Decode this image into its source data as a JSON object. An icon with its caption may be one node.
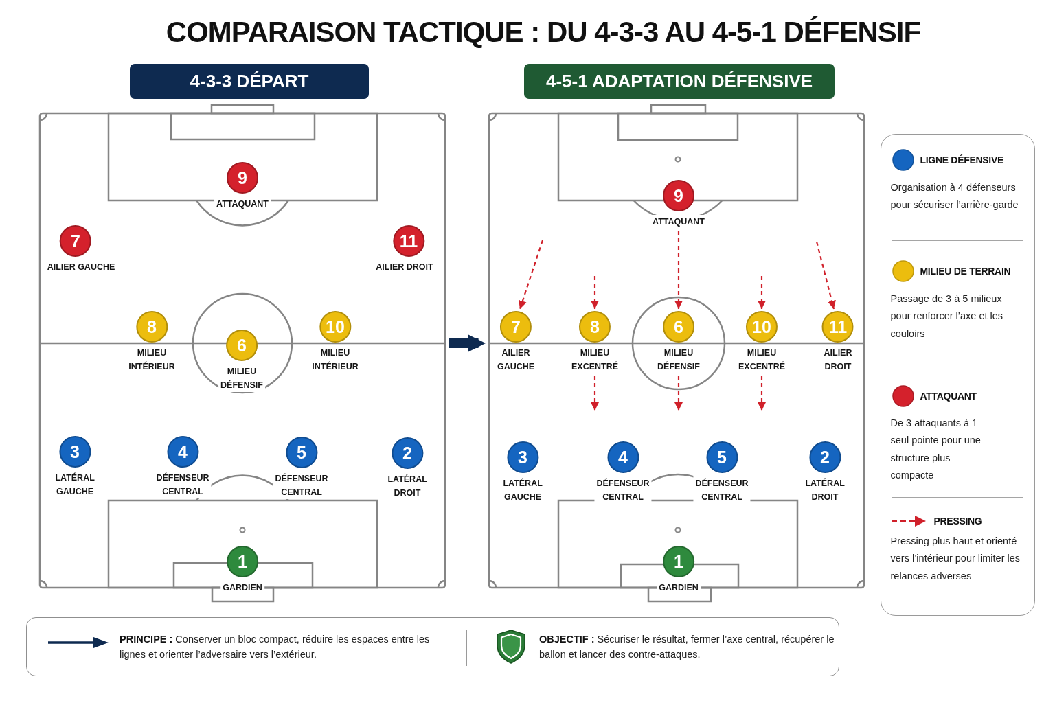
{
  "diagram": {
    "title": "COMPARAISON TACTIQUE : DU 4-3-3 AU 4-5-1 DÉFENSIF",
    "nodes": [
      {
        "text": [
          "4-3-3 DÉPART"
        ]
      },
      {
        "text": [
          "9",
          "ATTAQUANT"
        ],
        "in": 0
      },
      {
        "text": [
          "7",
          "AILIER GAUCHE"
        ],
        "in": 0
      },
      {
        "text": [
          "11",
          "AILIER DROIT"
        ],
        "in": 0
      },
      {
        "text": [
          "8",
          "MILIEU INTÉRIEUR"
        ],
        "in": 0
      },
      {
        "text": [
          "6",
          "MILIEU DÉFENSIF"
        ],
        "in": 0
      },
      {
        "text": [
          "10",
          "MILIEU INTÉRIEUR"
        ],
        "in": 0
      },
      {
        "text": [
          "3",
          "LATÉRAL GAUCHE"
        ],
        "in": 0
      },
      {
        "text": [
          "4",
          "DÉFENSEUR CENTRAL"
        ],
        "in": 0
      },
      {
        "text": [
          "5",
          "DÉFENSEUR CENTRAL"
        ],
        "in": 0
      },
      {
        "text": [
          "2",
          "LATÉRAL DROIT"
        ],
        "in": 0
      },
      {
        "text": [
          "1",
          "GARDIEN"
        ],
        "in": 0
      },
      {
        "text": [
          "4-5-1 ADAPTATION DÉFENSIVE"
        ]
      },
      {
        "text": [
          "9",
          "ATTAQUANT"
        ],
        "in": 12
      },
      {
        "text": [
          "7",
          "AILIER GAUCHE"
        ],
        "in": 12
      },
      {
        "text": [
          "8",
          "MILIEU EXCENTRÉ"
        ],
        "in": 12
      },
      {
        "text": [
          "6",
          "MILIEU DÉFENSIF"
        ],
        "in": 12
      },
      {
        "text": [
          "10",
          "MILIEU EXCENTRÉ"
        ],
        "in": 12
      },
      {
        "text": [
          "11",
          "AILIER DROIT"
        ],
        "in": 12
      },
      {
        "text": [
          "3",
          "LATÉRAL GAUCHE"
        ],
        "in": 12
      },
      {
        "text": [
          "4",
          "DÉFENSEUR CENTRAL"
        ],
        "in": 12
      },
      {
        "text": [
          "5",
          "DÉFENSEUR CENTRAL"
        ],
        "in": 12
      },
      {
        "text": [
          "2",
          "LATÉRAL DROIT"
        ],
        "in": 12
      },
      {
        "text": [
          "1",
          "GARDIEN"
        ],
        "in": 12
      },
      {
        "text": [
          "**PRINCIPE :** Conserver un bloc compact, réduire les espaces entre les lignes et orienter l’adversaire vers l’extérieur.",
          "**OBJECTIF :** Sécuriser le résultat, fermer l’axe central, récupérer le ballon et lancer des contre-attaques."
        ]
      }
    ],
    "edges": [
      {
        "from": 0,
        "to": 12,
        "arrow": "to",
        "style": "thick",
        "color": "#0e2a50"
      },
      {
        "from": null,
        "to": 14,
        "arrow": "to",
        "style": "dashed"
      },
      {
        "from": null,
        "to": 15,
        "arrow": "to",
        "style": "dashed"
      },
      {
        "from": 13,
        "to": 16,
        "arrow": "to",
        "style": "dashed"
      },
      {
        "from": null,
        "to": 17,
        "arrow": "to",
        "style": "dashed"
      },
      {
        "from": null,
        "to": 18,
        "arrow": "to",
        "style": "dashed"
      },
      {
        "from": 15,
        "to": null,
        "arrow": "to",
        "style": "dashed"
      },
      {
        "from": 16,
        "to": null,
        "arrow": "to",
        "style": "dashed"
      },
      {
        "from": 17,
        "to": null,
        "arrow": "to",
        "style": "dashed"
      }
    ],
    "labels": [
      "Organisation à 4 défenseurs pour sécuriser l’arrière-garde",
      "Passage de 3 à 5 milieux pour renforcer l’axe et les couloirs",
      "De 3 attaquants à 1 seul pointe pour une structure plus compacte",
      "Pressing plus haut et orienté vers l’intérieur pour limiter les relances adverses"
    ],
    "legend": [
      {
        "text": "LIGNE DÉFENSIVE",
        "color": "#1565c0"
      },
      {
        "text": "MILIEU DE TERRAIN",
        "color": "#ecbd0e"
      },
      {
        "text": "ATTAQUANT",
        "color": "#d4212c"
      },
      {
        "text": "PRESSING"
      }
    ]
  }
}
